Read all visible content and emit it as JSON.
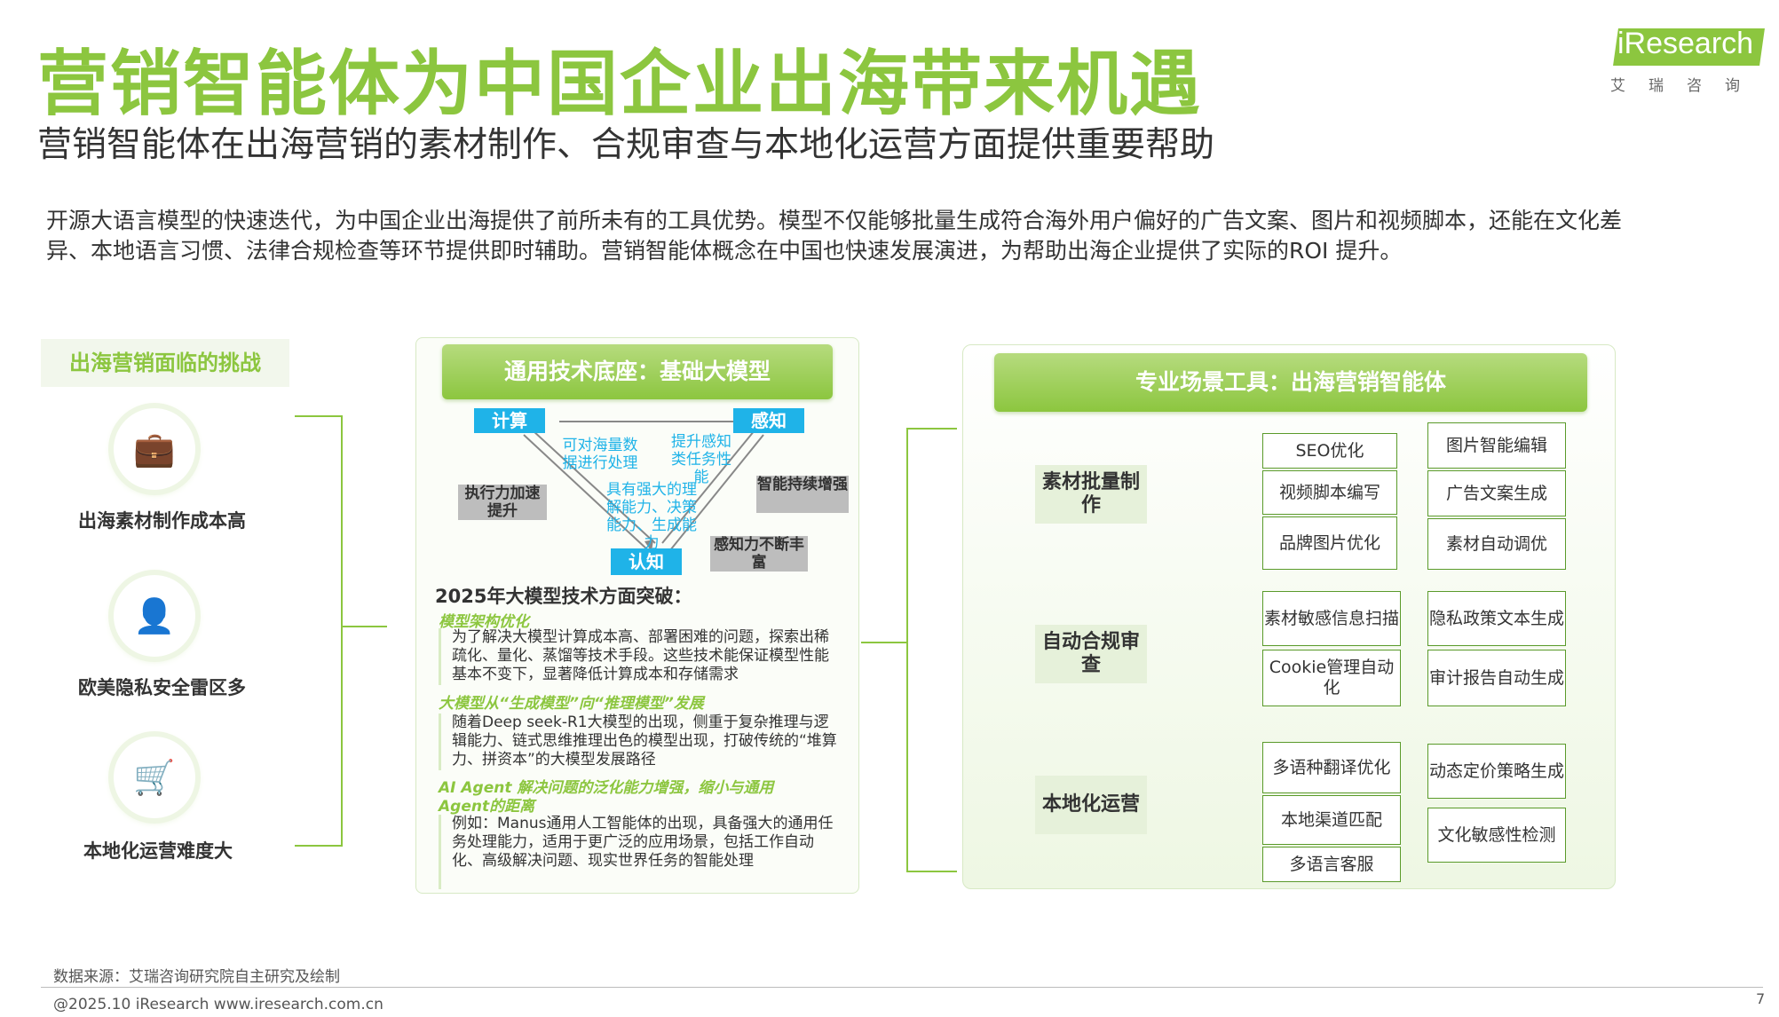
{
  "title": "营销智能体为中国企业出海带来机遇",
  "subtitle": "营销智能体在出海营销的素材制作、合规审查与本地化运营方面提供重要帮助",
  "logo": {
    "text": "iResearch",
    "sub": "艾瑞咨询"
  },
  "intro": "开源大语言模型的快速迭代，为中国企业出海提供了前所未有的工具优势。模型不仅能够批量生成符合海外用户偏好的广告文案、图片和视频脚本，还能在文化差异、本地语言习惯、法律合规检查等环节提供即时辅助。营销智能体概念在中国也快速发展演进，为帮助出海企业提供了实际的ROI 提升。",
  "challenges": {
    "title": "出海营销面临的挑战",
    "items": [
      {
        "label": "出海素材制作成本高",
        "icon": "briefcase-icon"
      },
      {
        "label": "欧美隐私安全雷区多",
        "icon": "person-icon"
      },
      {
        "label": "本地化运营难度大",
        "icon": "basket-icon"
      }
    ]
  },
  "foundation": {
    "banner": "通用技术底座：基础大模型",
    "nodes": {
      "compute": "计算",
      "perception": "感知",
      "cognition": "认知"
    },
    "edge_texts": {
      "compute_perception": "可对海量数据进行处理",
      "perception_up": "提升感知类任务性能",
      "reasoning": "具有强大的理解能力、决策能力、生成能力"
    },
    "gray_tags": {
      "execution": "执行力加速提升",
      "intelligence": "智能持续增强",
      "perception_rich": "感知力不断丰富"
    },
    "breakthrough_title": "2025年大模型技术方面突破：",
    "breakthroughs": [
      {
        "heading": "模型架构优化",
        "body": "为了解决大模型计算成本高、部署困难的问题，探索出稀疏化、量化、蒸馏等技术手段。这些技术能保证模型性能基本不变下，显著降低计算成本和存储需求"
      },
      {
        "heading": "大模型从“生成模型”向“推理模型”发展",
        "body": "随着Deep seek-R1大模型的出现，侧重于复杂推理与逻辑能力、链式思维推理出色的模型出现，打破传统的“堆算力、拼资本”的大模型发展路径"
      },
      {
        "heading": "AI Agent 解决问题的泛化能力增强，缩小与通用Agent的距离",
        "body": "例如：Manus通用人工智能体的出现，具备强大的通用任务处理能力，适用于更广泛的应用场景，包括工作自动化、高级解决问题、现实世界任务的智能处理"
      }
    ]
  },
  "tools": {
    "banner": "专业场景工具：出海营销智能体",
    "groups": [
      {
        "category": "素材批量制作",
        "col1": [
          "SEO优化",
          "视频脚本编写",
          "品牌图片优化"
        ],
        "col2": [
          "图片智能编辑",
          "广告文案生成",
          "素材自动调优"
        ]
      },
      {
        "category": "自动合规审查",
        "col1": [
          "素材敏感信息扫描",
          "Cookie管理自动化"
        ],
        "col2": [
          "隐私政策文本生成",
          "审计报告自动生成"
        ]
      },
      {
        "category": "本地化运营",
        "col1": [
          "多语种翻译优化",
          "本地渠道匹配",
          "多语言客服"
        ],
        "col2": [
          "动态定价策略生成",
          "文化敏感性检测"
        ]
      }
    ]
  },
  "footer": {
    "source": "数据来源：艾瑞咨询研究院自主研究及绘制",
    "copyright": "@2025.10 iResearch www.iresearch.com.cn",
    "page": "7"
  },
  "colors": {
    "accent": "#8cc63f",
    "blue": "#1fb3e8",
    "gray": "#bdbdbd"
  }
}
